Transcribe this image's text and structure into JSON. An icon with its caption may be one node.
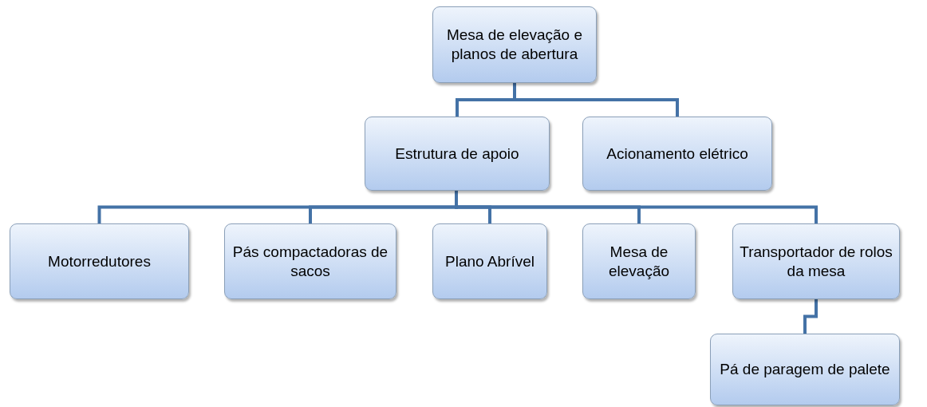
{
  "diagram": {
    "nodes": [
      {
        "text": [
          "Mesa de elevação e planos de abertura"
        ]
      },
      {
        "text": [
          "Estrutura de apoio"
        ]
      },
      {
        "text": [
          "Acionamento elétrico"
        ]
      },
      {
        "text": [
          "Motorredutores"
        ]
      },
      {
        "text": [
          "Pás compactadoras de sacos"
        ]
      },
      {
        "text": [
          "Plano Abrível"
        ]
      },
      {
        "text": [
          "Mesa de elevação"
        ]
      },
      {
        "text": [
          "Transportador de rolos da mesa"
        ]
      },
      {
        "text": [
          "Pá de paragem de palete"
        ]
      }
    ],
    "edges": [
      {
        "from": 0,
        "to": 1,
        "arrow": "none"
      },
      {
        "from": 0,
        "to": 2,
        "arrow": "none"
      },
      {
        "from": 1,
        "to": 3,
        "arrow": "none"
      },
      {
        "from": 1,
        "to": 4,
        "arrow": "none"
      },
      {
        "from": 1,
        "to": 5,
        "arrow": "none"
      },
      {
        "from": 1,
        "to": 6,
        "arrow": "none"
      },
      {
        "from": 1,
        "to": 7,
        "arrow": "none"
      },
      {
        "from": 7,
        "to": 8,
        "arrow": "none"
      }
    ]
  }
}
